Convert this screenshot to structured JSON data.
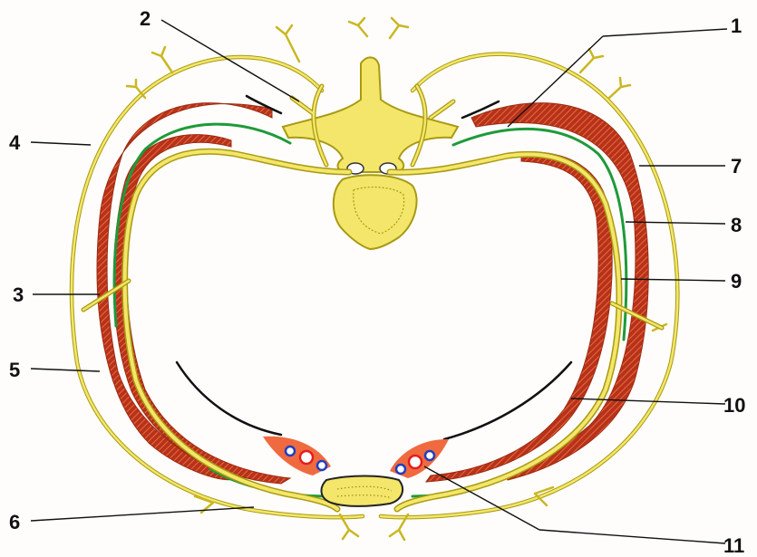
{
  "labels": {
    "l1": "1",
    "l2": "2",
    "l3": "3",
    "l4": "4",
    "l5": "5",
    "l6": "6",
    "l7": "7",
    "l8": "8",
    "l9": "9",
    "l10": "10",
    "l11": "11"
  },
  "colors": {
    "nerve": "#f3e66a",
    "nerve_outline": "#a89a10",
    "muscle": "#c23a1c",
    "muscle_hatch": "#e86a3a",
    "green": "#1e9a3a",
    "pleura": "#111111",
    "artery": "#e21e1e",
    "vein": "#1f3fbf",
    "sternum": "#f3e66a"
  }
}
